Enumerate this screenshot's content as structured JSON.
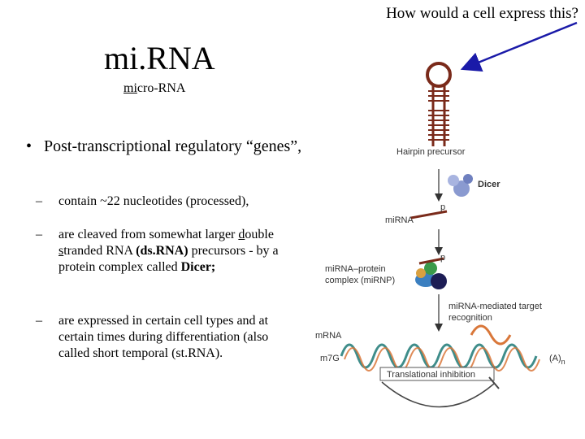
{
  "question": "How would a cell express this?",
  "title": "mi.RNA",
  "subtitle": {
    "underlined": "mi",
    "rest": "cro-RNA"
  },
  "bullet": {
    "marker": "•",
    "text": "Post-transcriptional regulatory “genes”,"
  },
  "sub1": {
    "marker": "–",
    "text": "contain ~22 nucleotides (processed),"
  },
  "sub2": {
    "marker": "–",
    "part1": "are cleaved from somewhat larger ",
    "d": "d",
    "part2": "ouble ",
    "s": "s",
    "part3": "tranded RNA ",
    "bold1": "(ds.RNA)",
    "part4": " precursors - by a protein complex called ",
    "bold2": "Dicer;"
  },
  "sub3": {
    "marker": "–",
    "text": "are expressed in certain cell types and at certain times during differentiation (also called short temporal (st.RNA)."
  },
  "figure": {
    "hairpin_label": "Hairpin precursor",
    "dicer_label": "Dicer",
    "mirna_label": "miRNA",
    "p_label": "p",
    "mirnp_label1": "miRNA–protein",
    "mirnp_label2": "complex (miRNP)",
    "target_label1": "miRNA-mediated target",
    "target_label2": "recognition",
    "mrna_label": "mRNA",
    "cap_label": "m7G",
    "polya_label": "(A)",
    "polya_sub": "n",
    "inhibition_label": "Translational inhibition"
  },
  "colors": {
    "arrow": "#1a1aa8",
    "dicer": "#8a9ad0",
    "rna_orange": "#d9773a",
    "rna_teal": "#3f8d8a"
  }
}
